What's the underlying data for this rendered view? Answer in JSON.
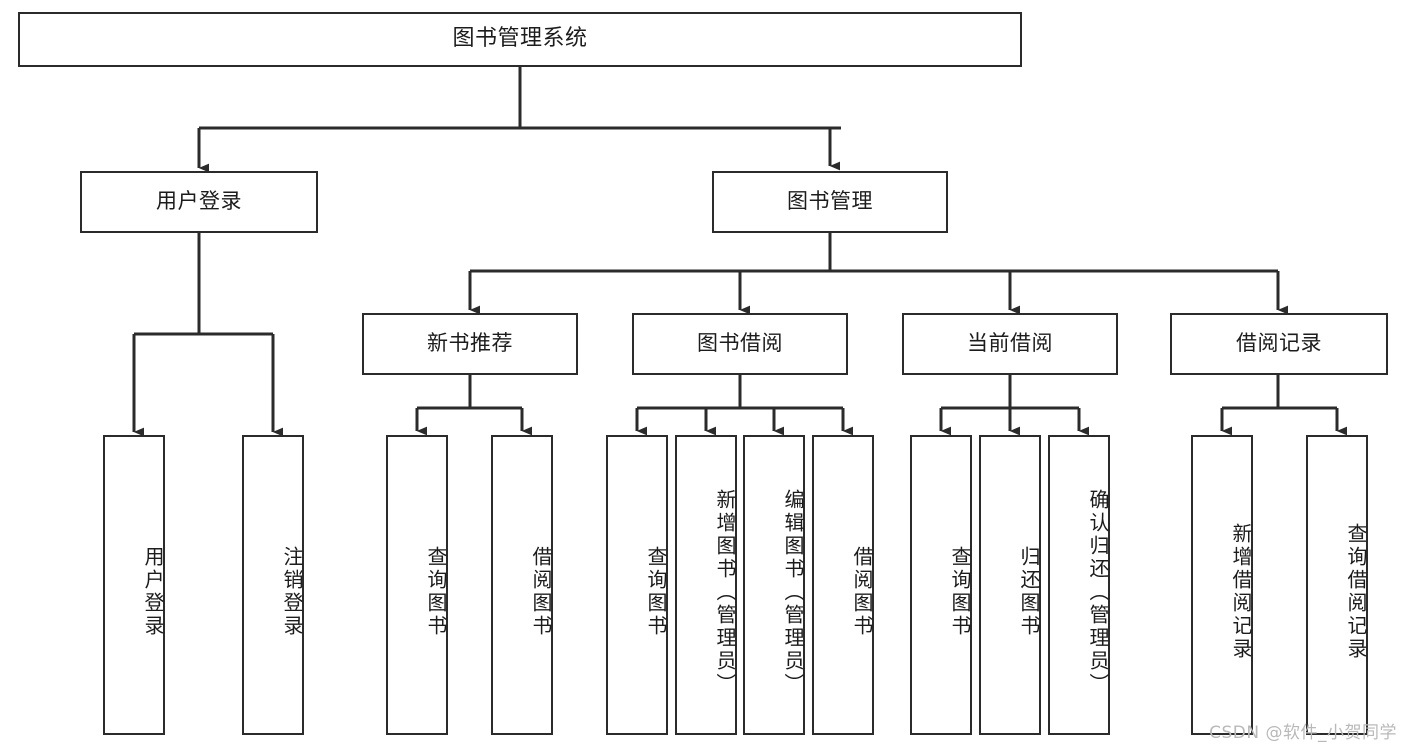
{
  "diagram": {
    "title": "图书管理系统",
    "type": "tree-hierarchy-chart",
    "watermark": "CSDN @软件_小贺同学",
    "colors": {
      "stroke": "#2b2b2b",
      "fill": "#ffffff",
      "text": "#1c1c1c",
      "watermark": "#b9b9b9"
    },
    "nodes": {
      "root": {
        "label": "图书管理系统"
      },
      "level1": [
        {
          "id": "user-login",
          "label": "用户登录"
        },
        {
          "id": "book-manage",
          "label": "图书管理"
        }
      ],
      "level2": [
        {
          "id": "new-book-rec",
          "label": "新书推荐"
        },
        {
          "id": "book-borrow",
          "label": "图书借阅"
        },
        {
          "id": "current-borrow",
          "label": "当前借阅"
        },
        {
          "id": "borrow-record",
          "label": "借阅记录"
        }
      ],
      "leaves": {
        "user-login": [
          {
            "id": "leaf-user-login",
            "label": "用户登录"
          },
          {
            "id": "leaf-logout-login",
            "label": "注销登录"
          }
        ],
        "new-book-rec": [
          {
            "id": "leaf-query-book-1",
            "label": "查询图书"
          },
          {
            "id": "leaf-borrow-book-1",
            "label": "借阅图书"
          }
        ],
        "book-borrow": [
          {
            "id": "leaf-query-book-2",
            "label": "查询图书"
          },
          {
            "id": "leaf-add-book",
            "label": "新增图书（管理员）"
          },
          {
            "id": "leaf-edit-book",
            "label": "编辑图书（管理员）"
          },
          {
            "id": "leaf-borrow-book-2",
            "label": "借阅图书"
          }
        ],
        "current-borrow": [
          {
            "id": "leaf-query-book-3",
            "label": "查询图书"
          },
          {
            "id": "leaf-return-book",
            "label": "归还图书"
          },
          {
            "id": "leaf-confirm-return",
            "label": "确认归还（管理员）"
          }
        ],
        "borrow-record": [
          {
            "id": "leaf-add-record",
            "label": "新增借阅记录"
          },
          {
            "id": "leaf-query-record",
            "label": "查询借阅记录"
          }
        ]
      }
    }
  }
}
